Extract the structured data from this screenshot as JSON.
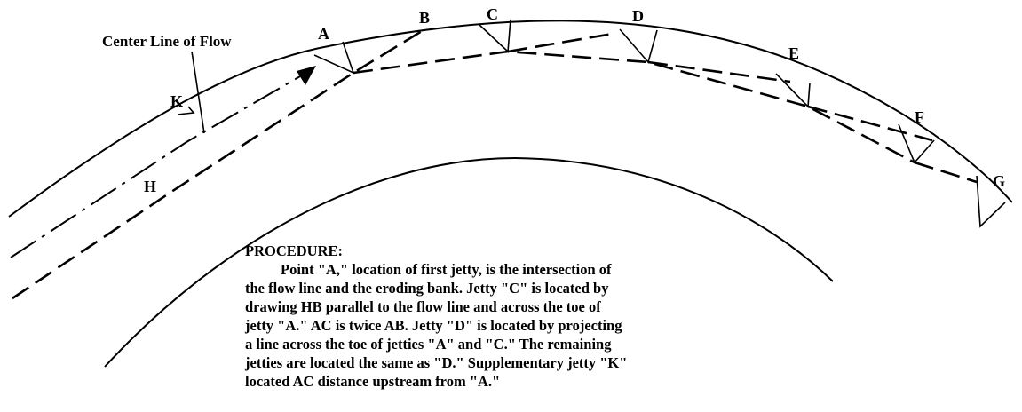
{
  "labels": {
    "center_line": "Center Line of Flow",
    "A": "A",
    "B": "B",
    "C": "C",
    "D": "D",
    "E": "E",
    "F": "F",
    "G": "G",
    "H": "H",
    "K": "K"
  },
  "procedure": {
    "heading": "PROCEDURE:",
    "lines": [
      "Point \"A,\" location of first jetty, is the intersection of",
      "the flow line and the eroding bank.  Jetty \"C\" is located by",
      "drawing HB parallel to the flow line and across the toe of",
      "jetty \"A.\"  AC is twice AB.  Jetty \"D\" is located by projecting",
      "a line across the toe of jetties \"A\" and \"C.\" The remaining",
      "jetties are located the same as \"D.\"  Supplementary jetty \"K\"",
      "located AC distance upstream from \"A.\""
    ]
  }
}
